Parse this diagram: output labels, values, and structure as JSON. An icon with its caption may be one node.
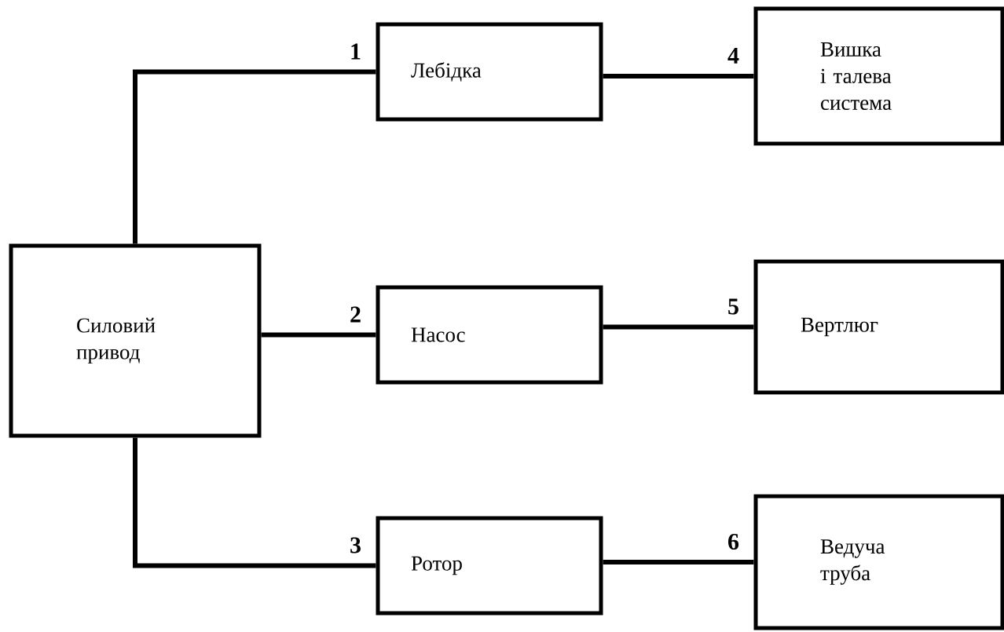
{
  "diagram": {
    "nodes": [
      {
        "text": [
          "Силовий привод"
        ]
      },
      {
        "text": [
          "Лебідка"
        ]
      },
      {
        "text": [
          "Насос"
        ]
      },
      {
        "text": [
          "Ротор"
        ]
      },
      {
        "text": [
          "Вишка і талева система"
        ]
      },
      {
        "text": [
          "Вертлюг"
        ]
      },
      {
        "text": [
          "Ведуча труба"
        ]
      }
    ],
    "edges": [
      {
        "from": 0,
        "to": 1,
        "arrow": "none",
        "label": "1"
      },
      {
        "from": 0,
        "to": 2,
        "arrow": "none",
        "label": "2"
      },
      {
        "from": 0,
        "to": 3,
        "arrow": "none",
        "label": "3"
      },
      {
        "from": 1,
        "to": 4,
        "arrow": "none",
        "label": "4"
      },
      {
        "from": 2,
        "to": 5,
        "arrow": "none",
        "label": "5"
      },
      {
        "from": 3,
        "to": 6,
        "arrow": "none",
        "label": "6"
      }
    ]
  }
}
